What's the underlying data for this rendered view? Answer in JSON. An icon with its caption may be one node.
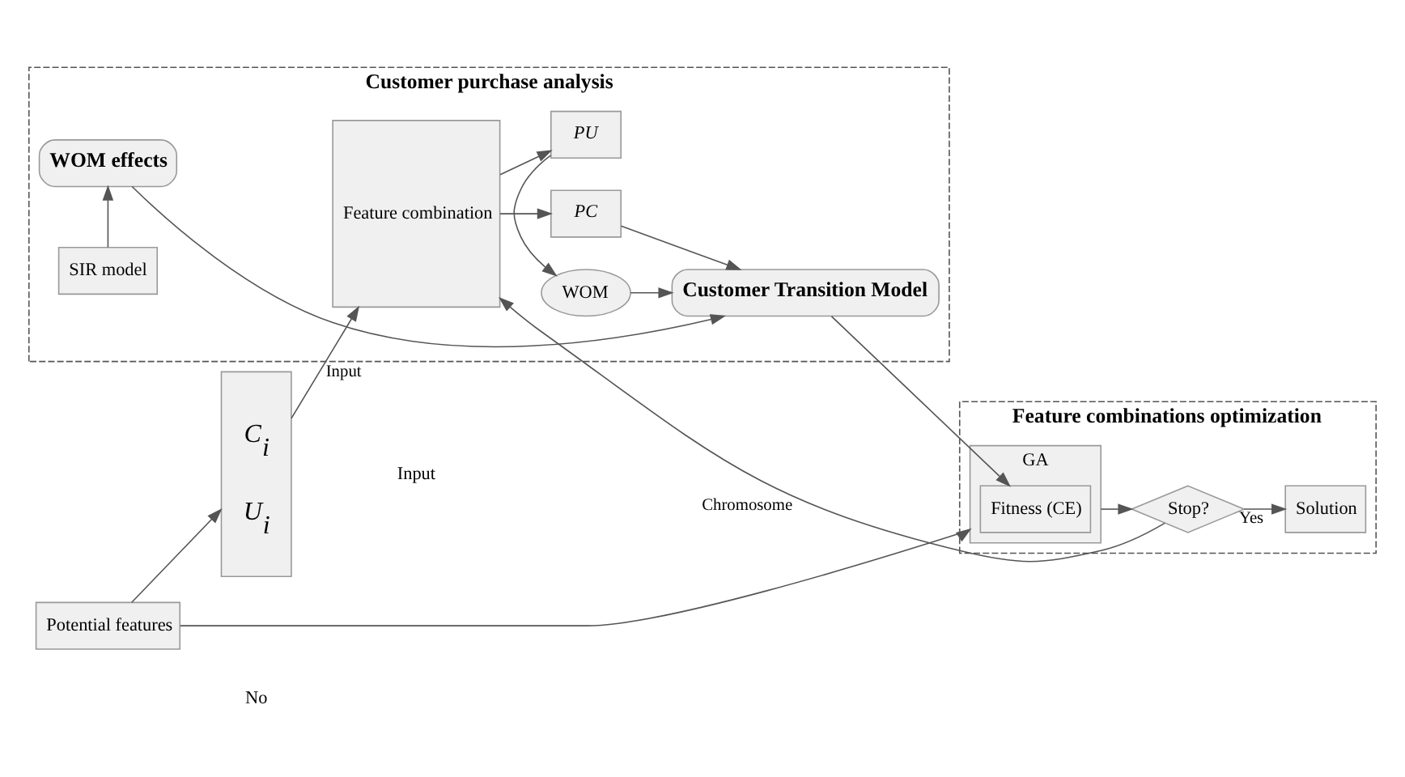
{
  "diagram": {
    "nodes": [
      {
        "text": [
          "Potential features"
        ]
      },
      {
        "text": [
          "C$_{i}$",
          "U$_{i}$"
        ]
      },
      {
        "text": [
          "Customer purchase analysis"
        ]
      },
      {
        "text": [
          "Feature combination"
        ],
        "in": 2
      },
      {
        "text": [
          "PC"
        ],
        "in": 2
      },
      {
        "text": [
          "WOM"
        ],
        "in": 2
      },
      {
        "text": [
          "PU"
        ],
        "in": 2
      },
      {
        "text": [
          "Customer Transition Model"
        ],
        "in": 2
      },
      {
        "text": [
          "WOM effects"
        ],
        "in": 2
      },
      {
        "text": [
          "SIR model"
        ],
        "in": 2
      },
      {
        "text": [
          "Feature combinations optimization"
        ]
      },
      {
        "text": [
          "GA"
        ],
        "in": 10
      },
      {
        "text": [
          "Fitness (CE)"
        ],
        "in": 11
      },
      {
        "text": [
          "Stop?"
        ],
        "in": 10
      },
      {
        "text": [
          "Solution"
        ],
        "in": 10
      }
    ],
    "edges": [
      {
        "from": 0,
        "to": 1,
        "arrow": "to"
      },
      {
        "from": 0,
        "to": 11,
        "arrow": "to"
      },
      {
        "from": 1,
        "to": 3,
        "arrow": "to",
        "label": "Input"
      },
      {
        "from": 3,
        "to": 4,
        "arrow": "to"
      },
      {
        "from": 3,
        "to": 6,
        "arrow": "to"
      },
      {
        "from": 6,
        "to": 5,
        "arrow": "to"
      },
      {
        "from": 4,
        "to": 7,
        "arrow": "to"
      },
      {
        "from": 5,
        "to": 7,
        "arrow": "to"
      },
      {
        "from": 9,
        "to": 8,
        "arrow": "to"
      },
      {
        "from": 8,
        "to": 7,
        "arrow": "to"
      },
      {
        "from": 7,
        "to": 12,
        "arrow": "to"
      },
      {
        "from": 11,
        "to": 13,
        "arrow": "to"
      },
      {
        "from": 13,
        "to": 14,
        "arrow": "to",
        "label": "Yes"
      },
      {
        "from": 13,
        "to": 3,
        "arrow": "to",
        "label": "Chromosome"
      }
    ],
    "labels": [
      "No",
      "Input"
    ]
  }
}
